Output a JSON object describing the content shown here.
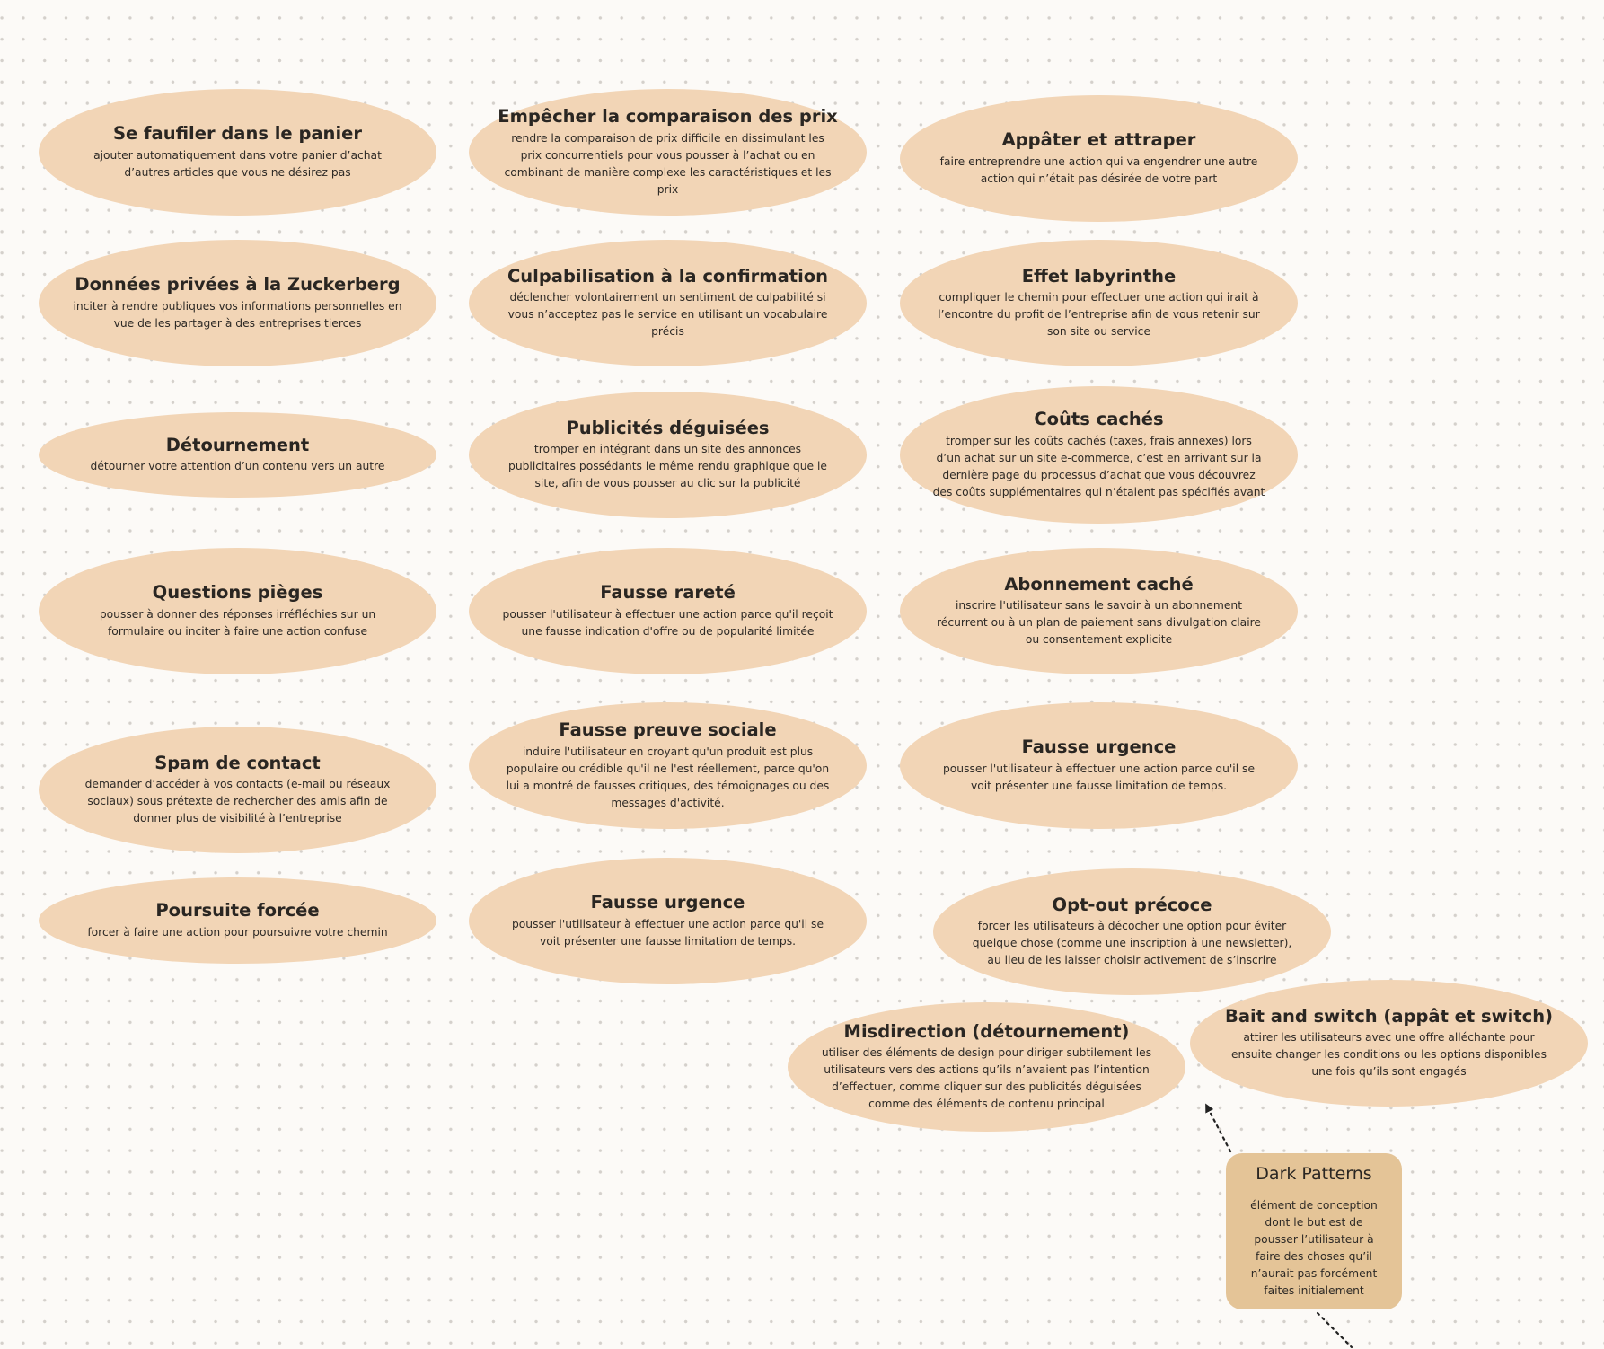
{
  "center": {
    "title": "Dark Patterns",
    "description": "élément de conception dont le but est de pousser l’utilisateur à faire des choses qu’il n’aurait pas forcément faites initialement"
  },
  "patterns": [
    {
      "title": "Se faufiler dans le panier",
      "desc": "ajouter automatiquement dans votre panier d’achat d’autres articles que vous ne désirez pas"
    },
    {
      "title": "Empêcher la comparaison des prix",
      "desc": "rendre la comparaison de prix difficile en dissimulant les prix concurrentiels pour vous pousser à l’achat ou en combinant de manière complexe les caractéristiques et les prix"
    },
    {
      "title": "Appâter et attraper",
      "desc": "faire entreprendre une action qui va engendrer une autre action qui n’était pas désirée de votre part"
    },
    {
      "title": "Données privées à la Zuckerberg",
      "desc": "inciter à rendre publiques vos informations personnelles en vue de les partager à des entreprises tierces"
    },
    {
      "title": "Culpabilisation à la confirmation",
      "desc": "déclencher volontairement un sentiment de culpabilité si vous n’acceptez pas le service en utilisant un vocabulaire précis"
    },
    {
      "title": "Effet labyrinthe",
      "desc": "compliquer le chemin pour effectuer une action qui irait à l’encontre du profit de l’entreprise afin de vous retenir sur son site ou service"
    },
    {
      "title": "Détournement",
      "desc": "détourner votre attention d’un contenu vers un autre"
    },
    {
      "title": "Publicités déguisées",
      "desc": "tromper en intégrant dans un site des annonces publicitaires possédants le même rendu graphique que le site, afin de vous pousser au clic sur la publicité"
    },
    {
      "title": "Coûts cachés",
      "desc": "tromper sur les coûts cachés (taxes, frais annexes) lors d’un achat sur un site e-commerce, c’est en arrivant sur la dernière page du processus d’achat que vous découvrez des coûts supplémentaires qui n’étaient pas spécifiés avant"
    },
    {
      "title": "Questions pièges",
      "desc": "pousser à donner des réponses irréfléchies sur un formulaire ou inciter à faire une action confuse"
    },
    {
      "title": "Fausse rareté",
      "desc": "pousser l'utilisateur à effectuer une action parce qu'il reçoit une fausse indication d'offre ou de popularité limitée"
    },
    {
      "title": "Abonnement caché",
      "desc": "inscrire l'utilisateur sans le savoir à un abonnement récurrent ou à un plan de paiement sans divulgation claire ou consentement explicite"
    },
    {
      "title": "Spam de contact",
      "desc": "demander d’accéder à vos contacts (e-mail ou réseaux sociaux) sous prétexte de rechercher des amis afin de donner plus de visibilité à l’entreprise"
    },
    {
      "title": "Fausse preuve sociale",
      "desc": "induire l'utilisateur en croyant qu'un produit est plus populaire ou crédible qu'il ne l'est réellement, parce qu'on lui a montré de fausses critiques, des témoignages ou des messages d'activité."
    },
    {
      "title": "Fausse urgence",
      "desc": "pousser l'utilisateur à effectuer une action parce qu'il se voit présenter une fausse limitation de temps."
    },
    {
      "title": "Poursuite forcée",
      "desc": "forcer à faire une action pour poursuivre votre chemin"
    },
    {
      "title": "Fausse urgence",
      "desc": "pousser l'utilisateur à effectuer une action parce qu'il se voit présenter une fausse limitation de temps."
    },
    {
      "title": "Opt-out précoce",
      "desc": "forcer les utilisateurs à décocher une option pour éviter quelque chose (comme une inscription à une newsletter), au lieu de les laisser choisir activement de s’inscrire"
    },
    {
      "title": "Misdirection (détournement)",
      "desc": "utiliser des éléments de design pour diriger subtilement les utilisateurs vers des actions qu’ils n’avaient pas l’intention d’effectuer, comme cliquer sur des publicités déguisées comme des éléments de contenu principal"
    },
    {
      "title": "Bait and switch (appât et switch)",
      "desc": "attirer les utilisateurs avec une offre alléchante pour ensuite changer les conditions ou les options disponibles une fois qu’ils sont engagés"
    }
  ],
  "colors": {
    "background": "#fcfaf7",
    "grid_dot": "#d4d0cb",
    "pattern_fill": "#f2d5b6",
    "center_fill": "#e4c497",
    "connector": "#222222"
  }
}
